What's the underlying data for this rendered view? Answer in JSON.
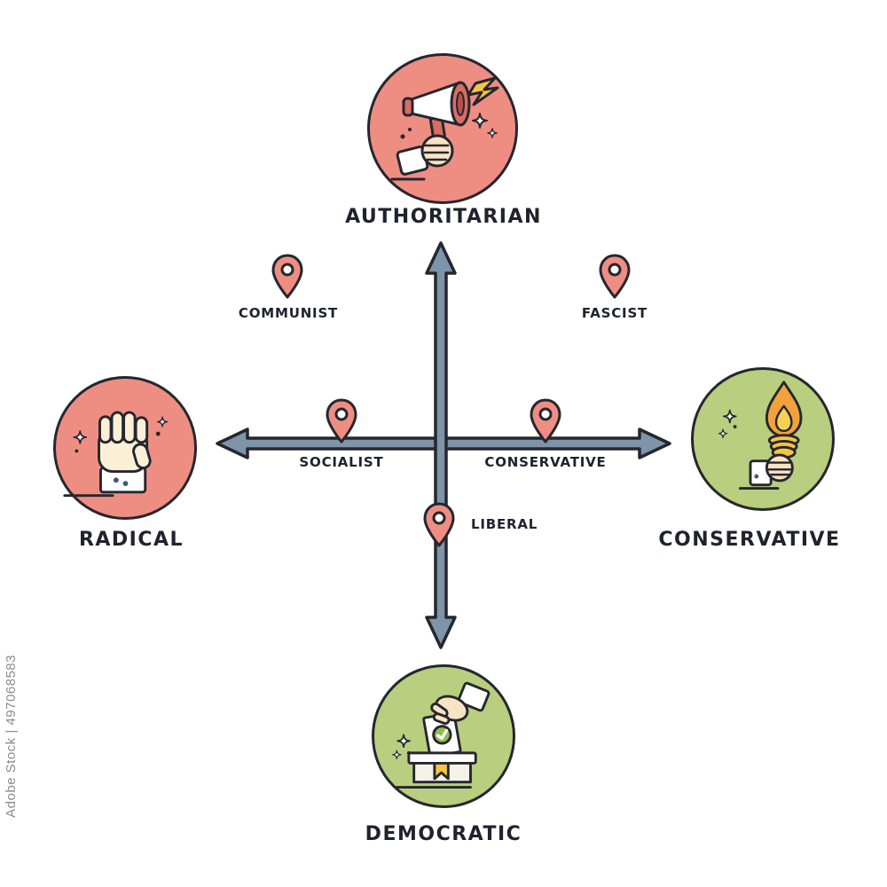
{
  "watermark": {
    "label": "Adobe Stock | 497068583"
  },
  "axes": {
    "top": {
      "label": "AUTHORITARIAN"
    },
    "bottom": {
      "label": "DEMOCRATIC"
    },
    "left": {
      "label": "RADICAL"
    },
    "right": {
      "label": "CONSERVATIVE"
    }
  },
  "pins": [
    {
      "id": "communist",
      "label": "COMMUNIST"
    },
    {
      "id": "fascist",
      "label": "FASCIST"
    },
    {
      "id": "socialist",
      "label": "SOCIALIST"
    },
    {
      "id": "conservative",
      "label": "CONSERVATIVE"
    },
    {
      "id": "liberal",
      "label": "LIBERAL"
    }
  ],
  "icons": {
    "top": "megaphone-in-hand",
    "left": "raised-fist",
    "right": "torch-in-hand",
    "bottom": "ballot-box-vote"
  },
  "colors": {
    "circle_red": "#EE8E83",
    "circle_green": "#B9CE7E",
    "arrow_fill": "#7E94A8",
    "outline": "#26262E",
    "pin_fill": "#EE8E83",
    "label_text": "#20222E",
    "bolt_yellow": "#F4C542",
    "flame_orange": "#F2A13C",
    "flame_yellow": "#F7D154",
    "skin": "#F8E3C3",
    "handle_red": "#D96C63"
  }
}
